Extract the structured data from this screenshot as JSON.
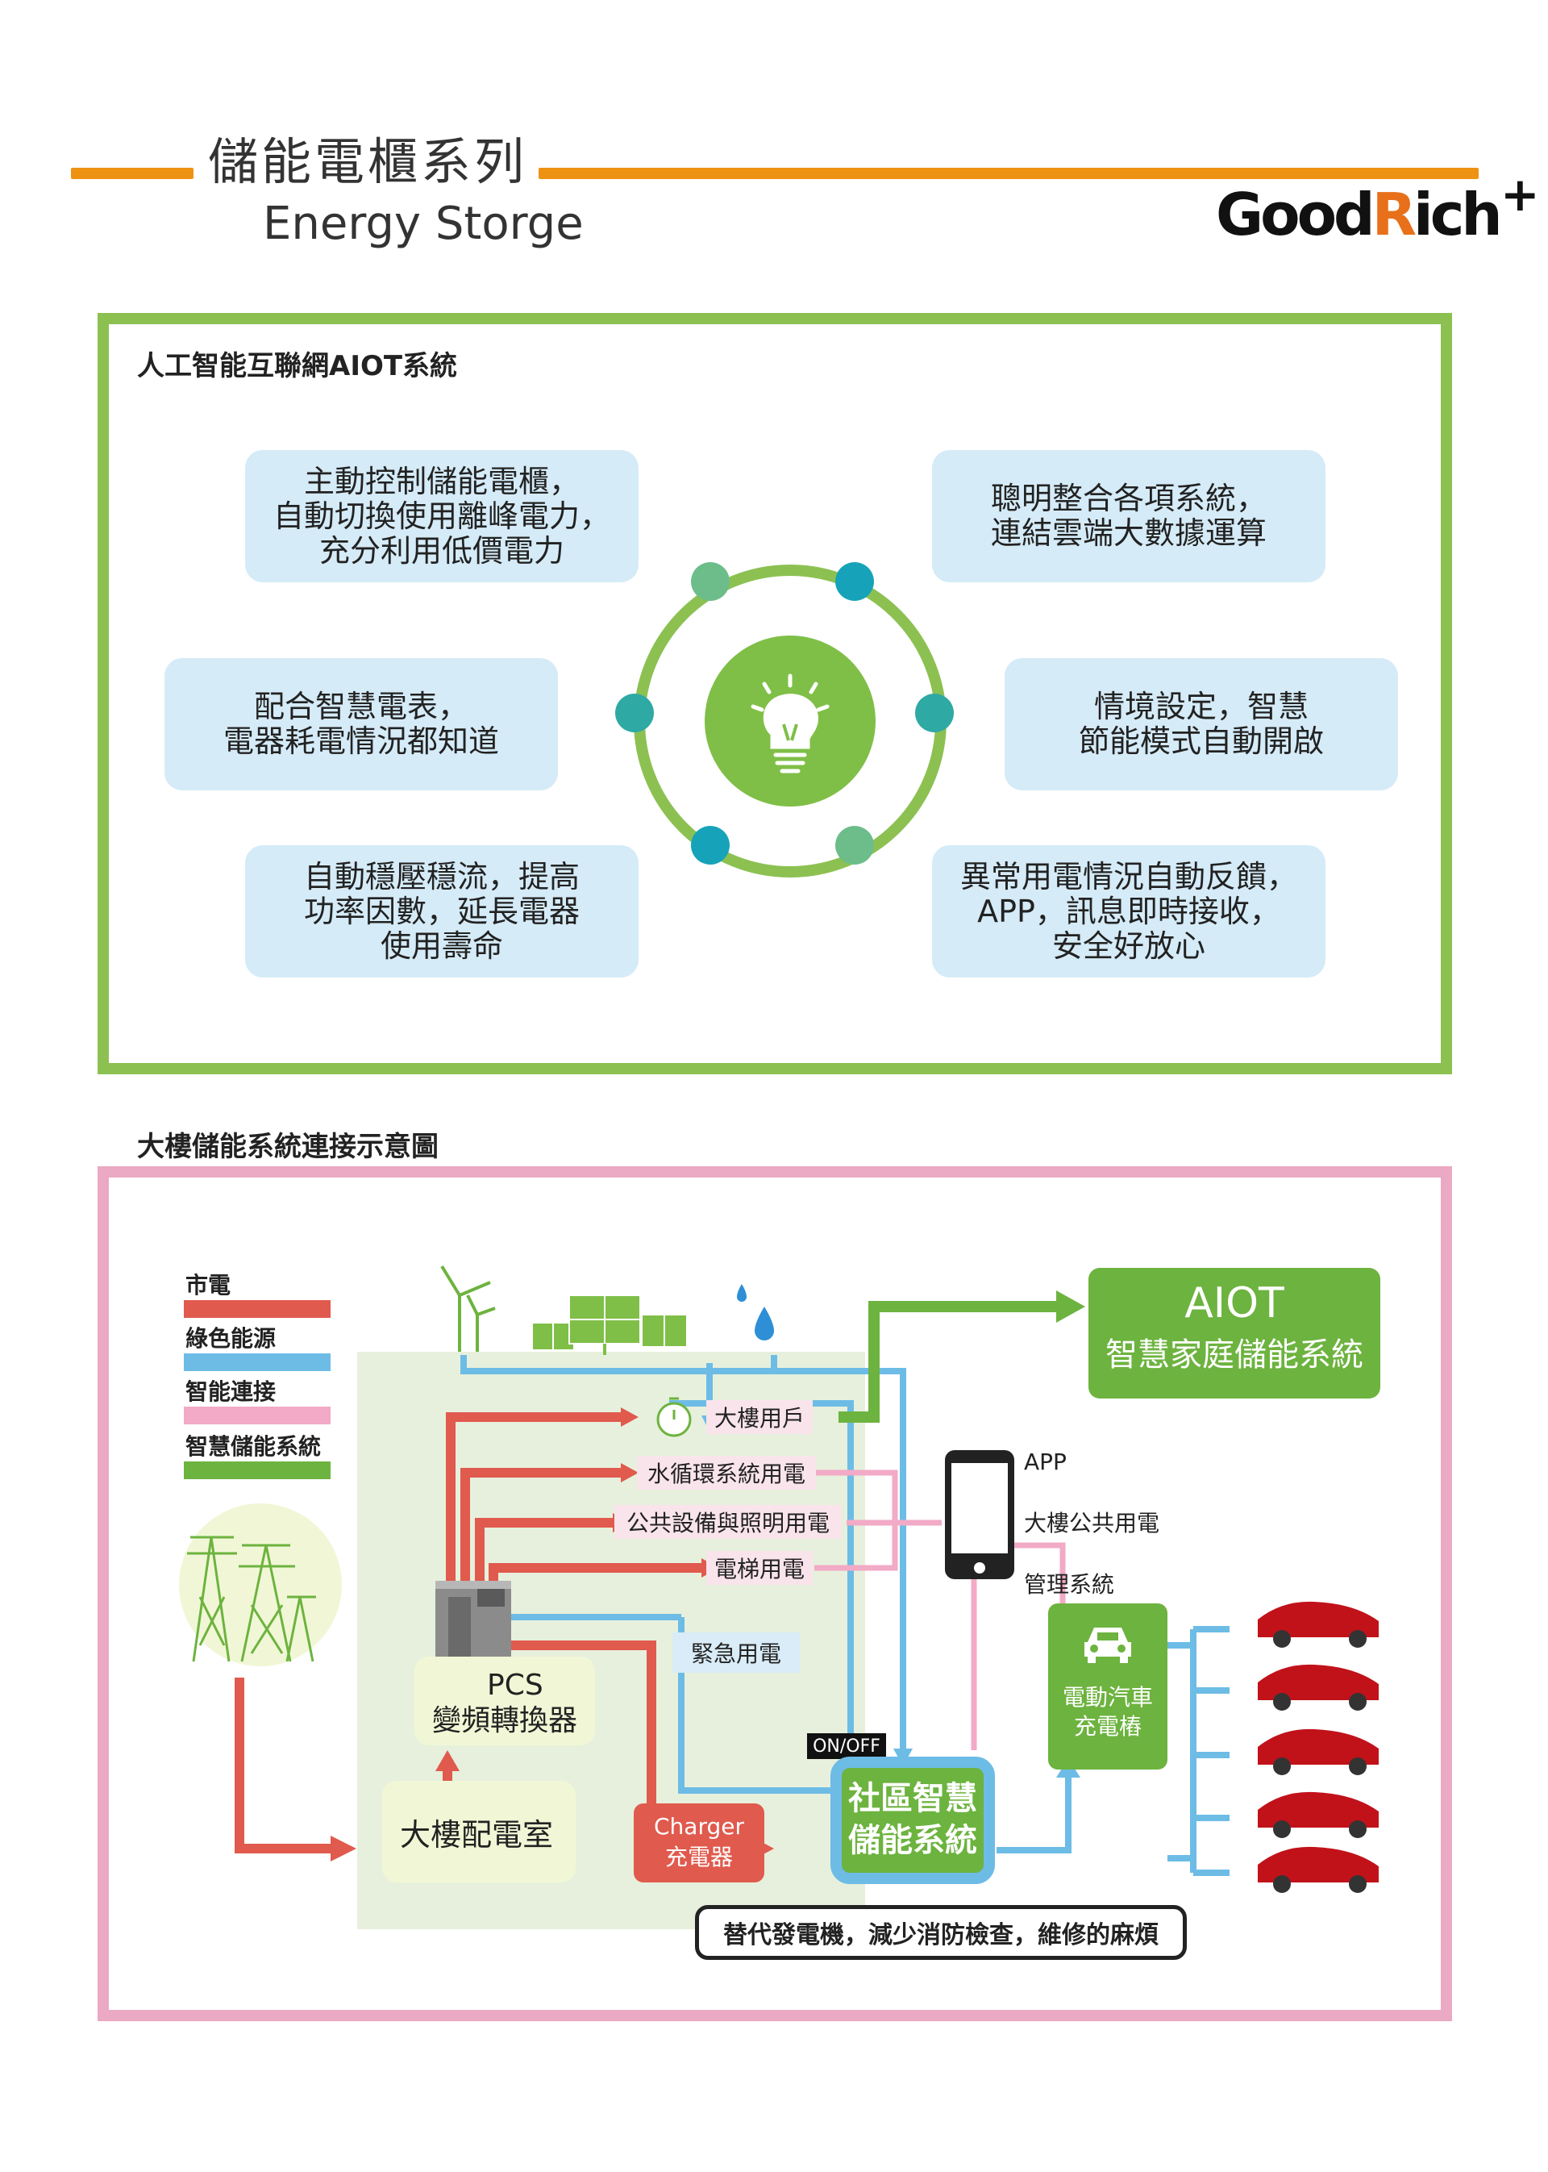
{
  "header": {
    "title_zh": "儲能電櫃系列",
    "title_en": "Energy Storge",
    "logo_main": "Good",
    "logo_accent": "R",
    "logo_tail": "ich",
    "logo_plus": "+",
    "accent_color": "#ee9213"
  },
  "aiot": {
    "title": "人工智能互聯網AIOT系統",
    "features": [
      {
        "text": "主動控制儲能電櫃，\n自動切換使用離峰電力，\n充分利用低價電力"
      },
      {
        "text": "聰明整合各項系統，\n連結雲端大數據運算"
      },
      {
        "text": "配合智慧電表，\n電器耗電情況都知道"
      },
      {
        "text": "情境設定，智慧\n節能模式自動開啟"
      },
      {
        "text": "自動穩壓穩流，提高\n功率因數，延長電器\n使用壽命"
      },
      {
        "text": "異常用電情況自動反饋，\nAPP，訊息即時接收，\n安全好放心"
      }
    ],
    "hub_icon": "lightbulb-icon",
    "frame_color": "#8cc152"
  },
  "building": {
    "title": "大樓儲能系統連接示意圖",
    "frame_color": "#eba9c3",
    "legend": [
      {
        "label": "市電",
        "color": "#e05a4e"
      },
      {
        "label": "綠色能源",
        "color": "#6dbce6"
      },
      {
        "label": "智能連接",
        "color": "#f2aac6"
      },
      {
        "label": "智慧儲能系統",
        "color": "#6db33f"
      }
    ],
    "loads": {
      "tenant": "大樓用戶",
      "water": "水循環系統用電",
      "public": "公共設備與照明用電",
      "elevator": "電梯用電",
      "emergency": "緊急用電"
    },
    "pcs": {
      "en": "PCS",
      "zh": "變頻轉換器"
    },
    "distribution": "大樓配電室",
    "charger": {
      "en": "Charger",
      "zh": "充電器"
    },
    "community": {
      "line1": "社區智慧",
      "line2": "儲能系統"
    },
    "onoff": "ON/OFF",
    "aiot_box": {
      "title": "AIOT",
      "subtitle": "智慧家庭儲能系統"
    },
    "app": {
      "line1": "APP",
      "line2": "大樓公共用電",
      "line3": "管理系統"
    },
    "ev_post": {
      "line1": "電動汽車",
      "line2": "充電樁"
    },
    "note": "替代發電機，減少消防檢查，維修的麻煩"
  }
}
